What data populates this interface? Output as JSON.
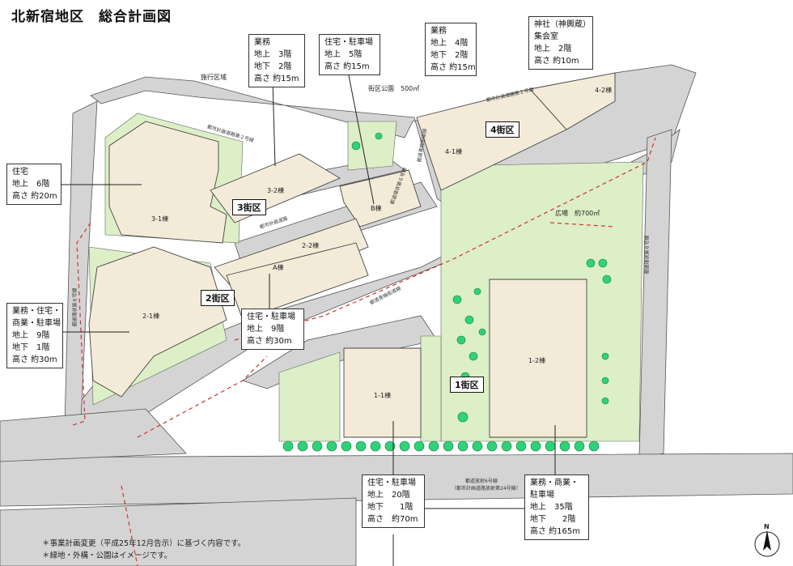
{
  "title": "北新宿地区",
  "subtitle": "総合計画図",
  "districts": {
    "d1": "1街区",
    "d2": "2街区",
    "d3": "3街区",
    "d4": "4街区"
  },
  "buildings": {
    "b11": "1-1棟",
    "b12": "1-2棟",
    "b21": "2-1棟",
    "b22": "2-2棟",
    "b31": "3-1棟",
    "b32": "3-2棟",
    "b41": "4-1棟",
    "b42": "4-2棟",
    "bA": "A棟",
    "bB": "B棟"
  },
  "labels": {
    "l32": [
      "業務",
      "地上　3階",
      "地下　2階",
      "高さ 約15m"
    ],
    "lB": [
      "住宅・駐車場",
      "地上　5階",
      "高さ 約15m"
    ],
    "l41": [
      "業務",
      "地上　4階",
      "地下　2階",
      "高さ 約15m"
    ],
    "l42": [
      "神社（神輿蔵）",
      "集会室",
      "地上　2階",
      "高さ 約10m"
    ],
    "l31": [
      "住宅",
      "地上　6階",
      "高さ 約20m"
    ],
    "l21": [
      "業務・住宅・",
      "商業・駐車場",
      "地上　9階",
      "地下　1階",
      "高さ 約30m"
    ],
    "lA": [
      "住宅・駐車場",
      "地上　9階",
      "高さ 約30m"
    ],
    "l11": [
      "住宅・駐車場",
      "地上　20階",
      "地下　　1階",
      "高さ　約70m"
    ],
    "l12": [
      "業務・商業・",
      "駐車場",
      "地上　35階",
      "地下　　2階",
      "高さ 約165m"
    ]
  },
  "map_text": {
    "area_boundary": "施行区域",
    "park": "街区公園　500㎡",
    "plaza": "広場　約700㎡"
  },
  "road_labels": {
    "r1": "都市計画道路第２号線",
    "r2": "都市計画道路第２号線",
    "r3": "都市計画道路",
    "r4": "都道環状第６号線",
    "r5": "都道青梅街道線",
    "r6": "都道青梅街道線",
    "r7": "都道環状第６号線",
    "r8a": "都道放射6号線",
    "r8b": "（都市計画道路放射第24号線）",
    "r9": "都道環状第６号線"
  },
  "notes": [
    "＊事業計画変更（平成25年12月告示）に基づく内容です。",
    "＊緑地・外構・公園はイメージです。"
  ],
  "colors": {
    "road": "#d6d6d6",
    "building": "#f3ead8",
    "green": "#dcefc6",
    "tree": "#2fd27a",
    "boundary": "#d23030"
  },
  "compass": "N"
}
